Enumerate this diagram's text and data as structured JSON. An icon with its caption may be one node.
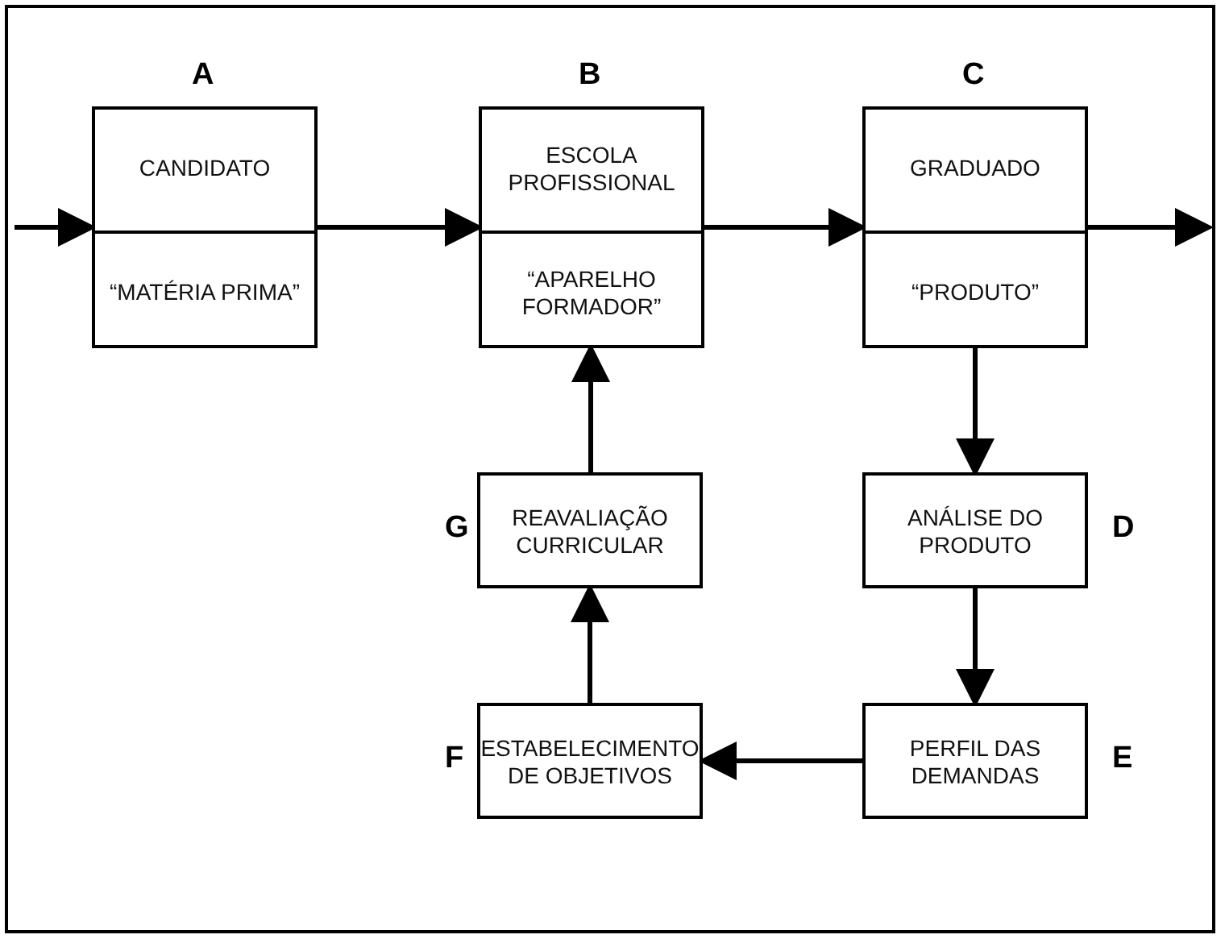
{
  "diagram": {
    "nodes": [
      {
        "text": [
          "A",
          "CANDIDATO",
          "“MATÉRIA PRIMA”"
        ]
      },
      {
        "text": [
          "B",
          "ESCOLA PROFISSIONAL",
          "“APARELHO FORMADOR”"
        ]
      },
      {
        "text": [
          "C",
          "GRADUADO",
          "“PRODUTO”"
        ]
      },
      {
        "text": [
          "ANÁLISE DO PRODUTO"
        ],
        "beside": [
          "D"
        ]
      },
      {
        "text": [
          "PERFIL DAS DEMANDAS"
        ],
        "beside": [
          "E"
        ]
      },
      {
        "text": [
          "ESTABELECIMENTO DE OBJETIVOS"
        ],
        "beside": [
          "F"
        ]
      },
      {
        "text": [
          "REAVALIAÇÃO CURRICULAR"
        ],
        "beside": [
          "G"
        ]
      }
    ],
    "edges": [
      {
        "from": null,
        "to": 0,
        "arrow": "to"
      },
      {
        "from": 0,
        "to": 1,
        "arrow": "to"
      },
      {
        "from": 1,
        "to": 2,
        "arrow": "to"
      },
      {
        "from": 2,
        "to": null,
        "arrow": "to"
      },
      {
        "from": 2,
        "to": 3,
        "arrow": "to"
      },
      {
        "from": 3,
        "to": 4,
        "arrow": "to"
      },
      {
        "from": 4,
        "to": 5,
        "arrow": "to"
      },
      {
        "from": 5,
        "to": 6,
        "arrow": "to"
      },
      {
        "from": 6,
        "to": 1,
        "arrow": "to"
      }
    ]
  }
}
